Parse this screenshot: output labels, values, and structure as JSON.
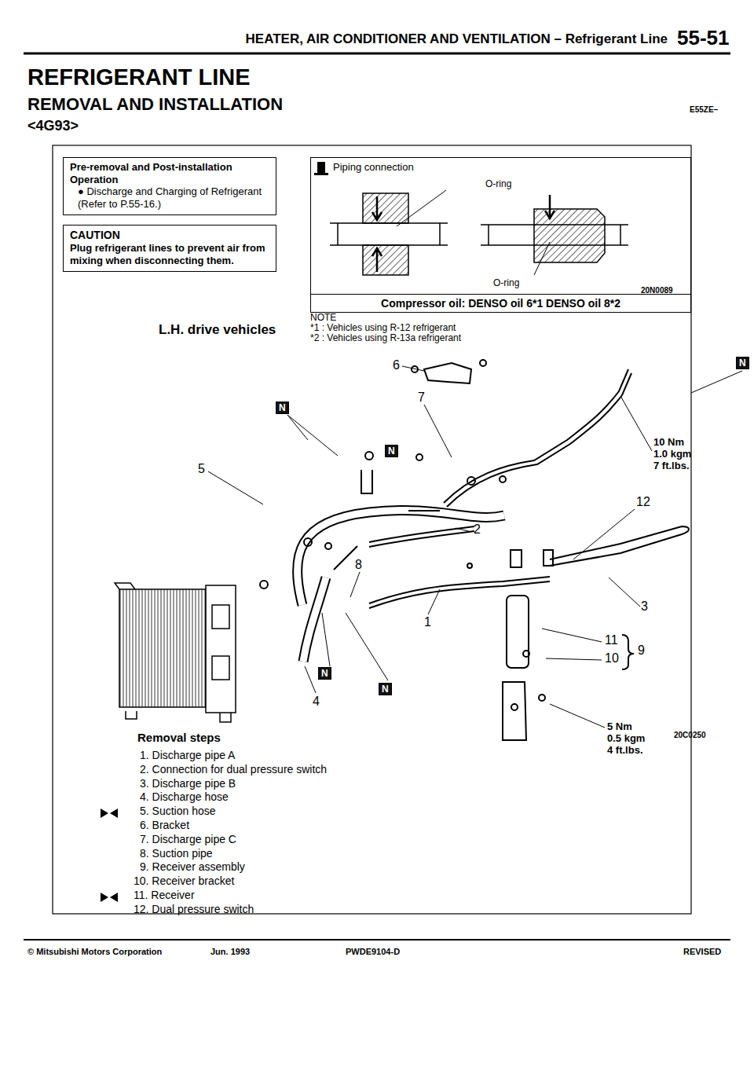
{
  "diagram": {
    "title": "REFRIGERANT LINE",
    "nodes": [
      {
        "text": [
          "Pre-removal and Post-installation Operation",
          "● Discharge and Charging of Refrigerant (Refer to P.55-16.)"
        ]
      },
      {
        "text": [
          "CAUTION",
          "Plug refrigerant lines to prevent air from mixing when disconnecting them."
        ]
      },
      {
        "text": [
          "Piping connection",
          "O-ring",
          "O-ring",
          "20N0089",
          "Compressor oil: DENSO oil 6*1 DENSO oil 8*2"
        ]
      }
    ],
    "labels": [
      "HEATER, AIR CONDITIONER AND VENTILATION – Refrigerant Line",
      "55-51",
      "REMOVAL AND INSTALLATION",
      "E55ZE–",
      "<4G93>",
      "L.H. drive vehicles",
      "NOTE",
      "*1 : Vehicles using R-12 refrigerant",
      "*2 : Vehicles using R-13a refrigerant",
      "6",
      "N",
      "7",
      "N",
      "N",
      "5",
      "10 Nm 1.0 kgm 7 ft.lbs.",
      "12",
      "2",
      "8",
      "3",
      "1",
      "N",
      "N",
      "11",
      "10",
      "9",
      "4",
      "5 Nm 0.5 kgm 4 ft.lbs.",
      "20C0250",
      "Removal steps",
      "1. Discharge pipe A",
      "2. Connection for dual pressure switch",
      "3. Discharge pipe B",
      "4. Discharge hose",
      "5. Suction hose",
      "6. Bracket",
      "7. Discharge pipe C",
      "8. Suction pipe",
      "9. Receiver assembly",
      "10. Receiver bracket",
      "11. Receiver",
      "12. Dual pressure switch",
      "© Mitsubishi Motors Corporation",
      "Jun. 1993",
      "PWDE9104-D",
      "REVISED"
    ]
  }
}
